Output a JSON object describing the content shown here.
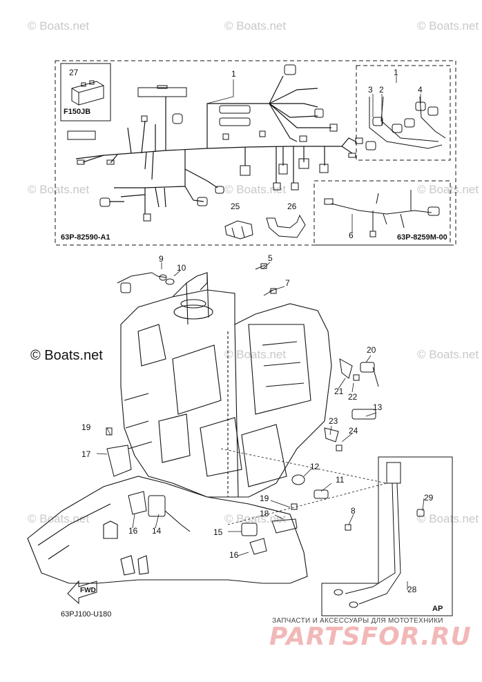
{
  "watermarks": {
    "wm1": "© Boats.net",
    "wm2": "© Boats.net",
    "wm3": "© Boats.net",
    "wm4": "© Boats.net",
    "wm5": "© Boats.net",
    "wm6": "© Boats.net",
    "wm7": "© Boats.net",
    "wm8": "© Boats.net",
    "wm9": "© Boats.net",
    "wm10": "© Boats.net",
    "wm11": "© Boats.net",
    "center": "© Boats.net"
  },
  "codes": {
    "main_harness": "63P-82590-A1",
    "sub_harness": "63P-8259M-00",
    "f150": "F150JB",
    "diagram": "63PJ100-U180",
    "ap": "AP"
  },
  "fwd": "FWD",
  "parts": {
    "p1a": "1",
    "p1b": "1",
    "p2": "2",
    "p3": "3",
    "p4": "4",
    "p5": "5",
    "p6": "6",
    "p7": "7",
    "p8": "8",
    "p9": "9",
    "p10": "10",
    "p11": "11",
    "p12": "12",
    "p13": "13",
    "p14": "14",
    "p15": "15",
    "p16a": "16",
    "p16b": "16",
    "p17": "17",
    "p18": "18",
    "p19a": "19",
    "p19b": "19",
    "p20": "20",
    "p21": "21",
    "p22": "22",
    "p23": "23",
    "p24": "24",
    "p25": "25",
    "p26": "26",
    "p27": "27",
    "p28": "28",
    "p29": "29"
  },
  "brand": {
    "tagline": "ЗАПЧАСТИ И АКСЕССУАРЫ ДЛЯ МОТОТЕХНИКИ",
    "logo": "PARTSFOR.RU"
  }
}
